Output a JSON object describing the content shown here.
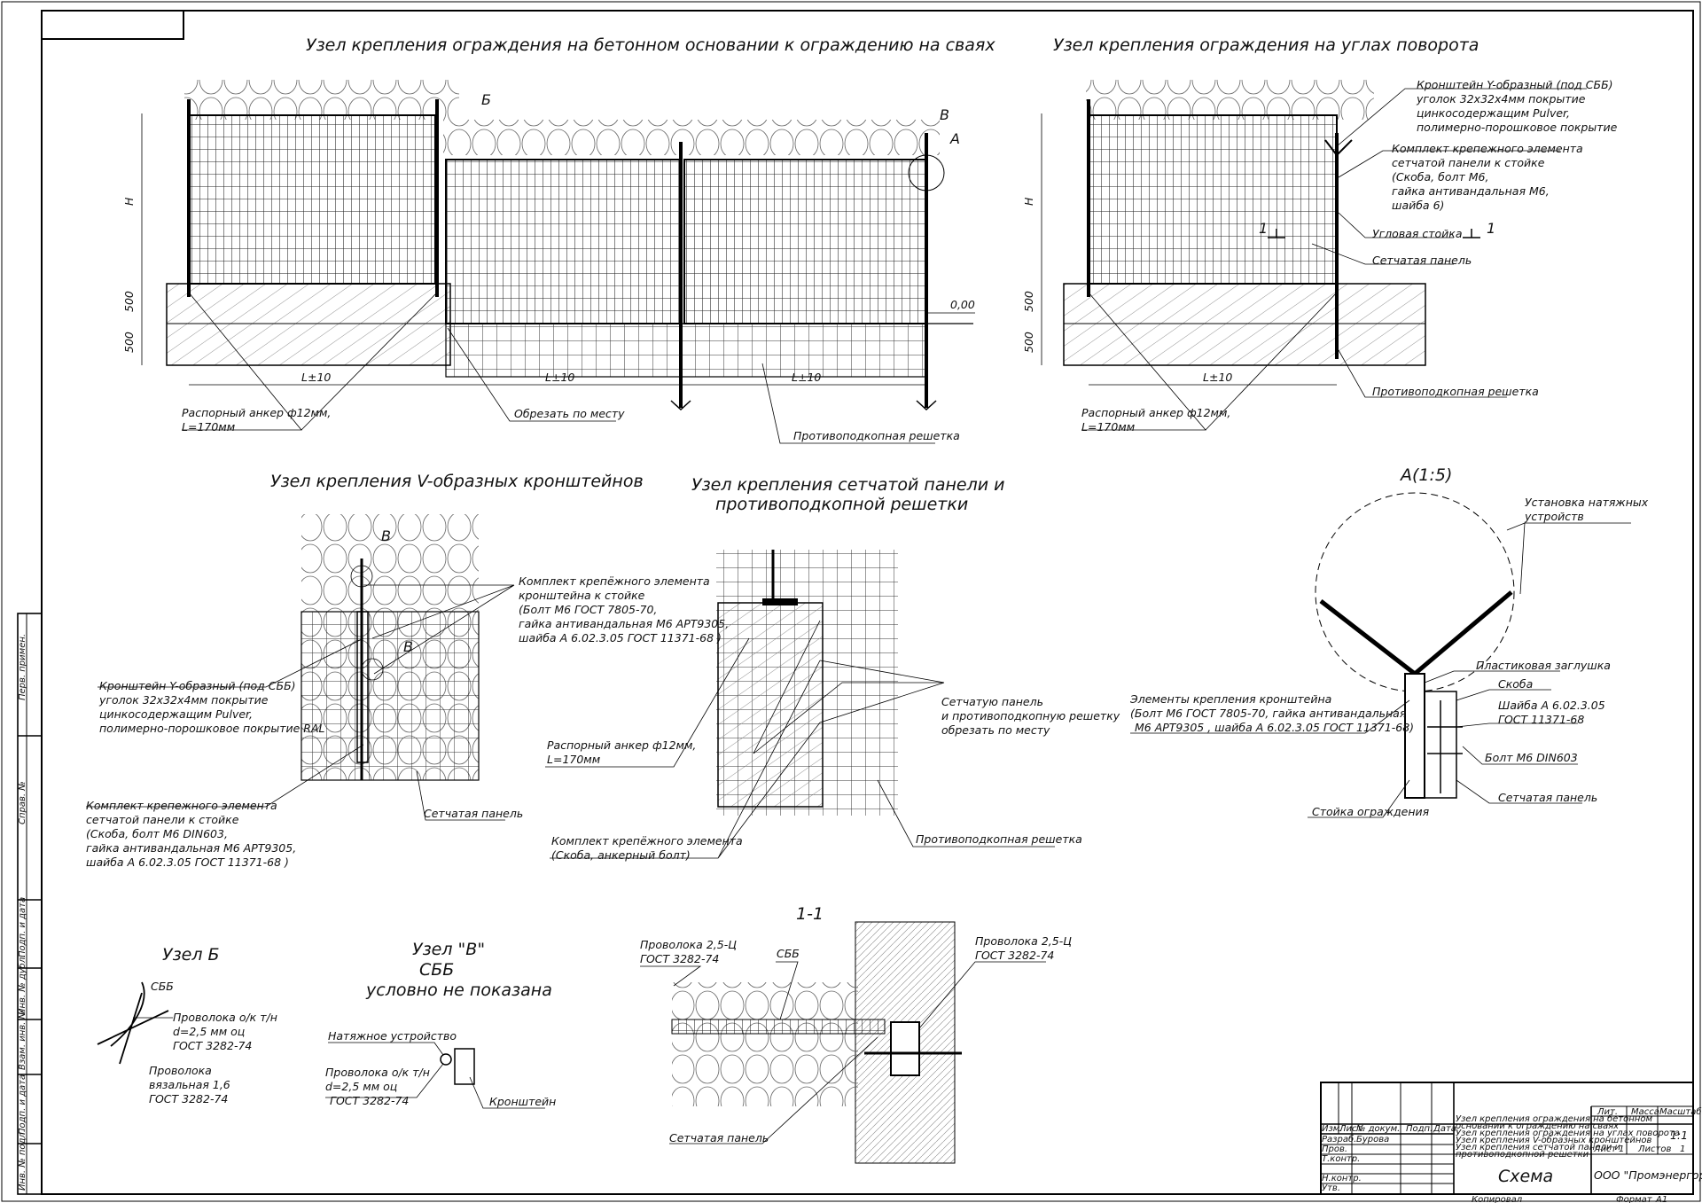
{
  "titles": {
    "view_concrete": "Узел крепления ограждения на бетонном основании к ограждению на сваях",
    "view_corners": "Узел крепления ограждения на углах поворота",
    "view_v_brackets": "Узел крепления V-образных кронштейнов",
    "view_panel_line1": "Узел крепления сетчатой панели и",
    "view_panel_line2": "противоподкопной решетки",
    "view_a": "А(1:5)",
    "section_1_1": "1-1",
    "node_b": "Узел Б",
    "node_v_line1": "Узел \"В\"",
    "node_v_line2": "СББ",
    "node_v_line3": "условно не показана"
  },
  "view1": {
    "dim_h": "H",
    "dim_500a": "500",
    "dim_500b": "500",
    "dim_l1": "L±10",
    "dim_l2": "L±10",
    "dim_l3": "L±10",
    "level": "0,00",
    "mark_b": "Б",
    "mark_v": "В",
    "mark_a": "А",
    "anchor_line1": "Распорный анкер ф12мм,",
    "anchor_line2": "L=170мм",
    "cut": "Обрезать по месту",
    "grate": "Противоподкопная решетка"
  },
  "view2": {
    "dim_h": "H",
    "dim_500a": "500",
    "dim_500b": "500",
    "dim_l": "L±10",
    "bracket_lines": [
      "Кронштейн Y-образный (под СББ)",
      "уголок 32х32х4мм покрытие",
      "цинкосодержащим Pulver,",
      "полимерно-порошковое покрытие"
    ],
    "kit_lines": [
      "Комплект крепежного элемента",
      "сетчатой панели к стойке",
      "(Скоба, болт М6,",
      "гайка антивандальная М6,",
      "шайба 6)"
    ],
    "corner_post": "Угловая стойка",
    "mesh_panel": "Сетчатая панель",
    "section_mark": "1",
    "anchor_line1": "Распорный анкер ф12мм,",
    "anchor_line2": "L=170мм",
    "grate": "Противоподкопная решетка"
  },
  "view3": {
    "mark_v1": "В",
    "mark_v2": "В",
    "kit_lines": [
      "Комплект крепёжного элемента",
      "кронштейна к стойке",
      "(Болт М6 ГОСТ 7805-70,",
      "гайка антивандальная М6 АРТ9305,",
      "шайба А 6.02.3.05 ГОСТ 11371-68 )"
    ],
    "bracket_lines": [
      "Кронштейн Y-образный (под СББ)",
      "уголок 32х32х4мм покрытие",
      "цинкосодержащим Pulver,",
      "полимерно-порошковое покрытие RAL"
    ],
    "panel_kit_lines": [
      "Комплект крепежного элемента",
      "сетчатой панели к стойке",
      "(Скоба, болт М6 DIN603,",
      "гайка антивандальная М6 АРТ9305,",
      "шайба А 6.02.3.05 ГОСТ 11371-68 )"
    ],
    "mesh_panel": "Сетчатая панель"
  },
  "view4": {
    "cut_lines": [
      "Сетчатую панель",
      "и противоподкопную решетку",
      "обрезать по месту"
    ],
    "anchor_line1": "Распорный анкер ф12мм,",
    "anchor_line2": "L=170мм",
    "kit_lines": [
      "Комплект крепёжного элемента",
      "(Скоба, анкерный болт)"
    ],
    "grate": "Противоподкопная решетка"
  },
  "view5": {
    "tension": [
      "Установка натяжных",
      "устройств"
    ],
    "plug": "Пластиковая заглушка",
    "clip": "Скоба",
    "washer_lines": [
      "Шайба А 6.02.3.05",
      "ГОСТ 11371-68"
    ],
    "bolt": "Болт М6 DIN603",
    "mesh_panel": "Сетчатая панель",
    "post": "Стойка ограждения",
    "elements_lines": [
      "Элементы крепления кронштейна",
      "(Болт М6 ГОСТ 7805-70, гайка антивандальная",
      "М6 АРТ9305 , шайба А 6.02.3.05 ГОСТ 11371-68)"
    ]
  },
  "view6": {
    "sbb": "СББ",
    "wire1_lines": [
      "Проволока о/к т/н",
      "d=2,5 мм оц",
      "ГОСТ 3282-74"
    ],
    "wire2_lines": [
      "Проволока",
      "вязальная 1,6",
      "ГОСТ 3282-74"
    ]
  },
  "view7": {
    "tension": "Натяжное устройство",
    "wire_lines": [
      "Проволока о/к т/н",
      "d=2,5 мм оц",
      "ГОСТ 3282-74"
    ],
    "bracket": "Кронштейн"
  },
  "view8": {
    "wire_left_lines": [
      "Проволока 2,5-Ц",
      "ГОСТ 3282-74"
    ],
    "sbb": "СББ",
    "wire_right_lines": [
      "Проволока 2,5-Ц",
      "ГОСТ 3282-74"
    ],
    "mesh_panel": "Сетчатая панель"
  },
  "side_stamp": [
    "Перв. примен.",
    "Справ. №",
    "Подп. и дата",
    "Инв. № дубл.",
    "Взам. инв. №",
    "Подп. и дата",
    "Инв. № подл."
  ],
  "title_block": {
    "col_izm": "Изм.",
    "col_list": "Лист",
    "col_doc": "№ докум.",
    "col_sign": "Подп.",
    "col_date": "Дата",
    "row_razrab": "Разраб.",
    "razrab_name": "Бурова",
    "row_prov": "Пров.",
    "row_tkontr": "Т.контр.",
    "row_nkontr": "Н.контр.",
    "row_utv": "Утв.",
    "doc_title": [
      "Узел крепления ограждения на бетонном",
      "основании к ограждению на сваях",
      "Узел крепления ограждения на углах поворота",
      "Узел крепления V-образных кронштейнов",
      "Узел крепления сетчатой панели и",
      "противоподкопной решетки"
    ],
    "lit": "Лит.",
    "mass": "Масса",
    "scale": "Масштаб",
    "scale_value": "1:1",
    "sheet": "Лист",
    "sheet_num": "1",
    "sheets": "Листов",
    "sheets_num": "1",
    "scheme": "Схема",
    "company": "ООО \"Промэнергоресурс\"",
    "copied": "Копировал",
    "format": "Формат",
    "format_value": "А1"
  }
}
